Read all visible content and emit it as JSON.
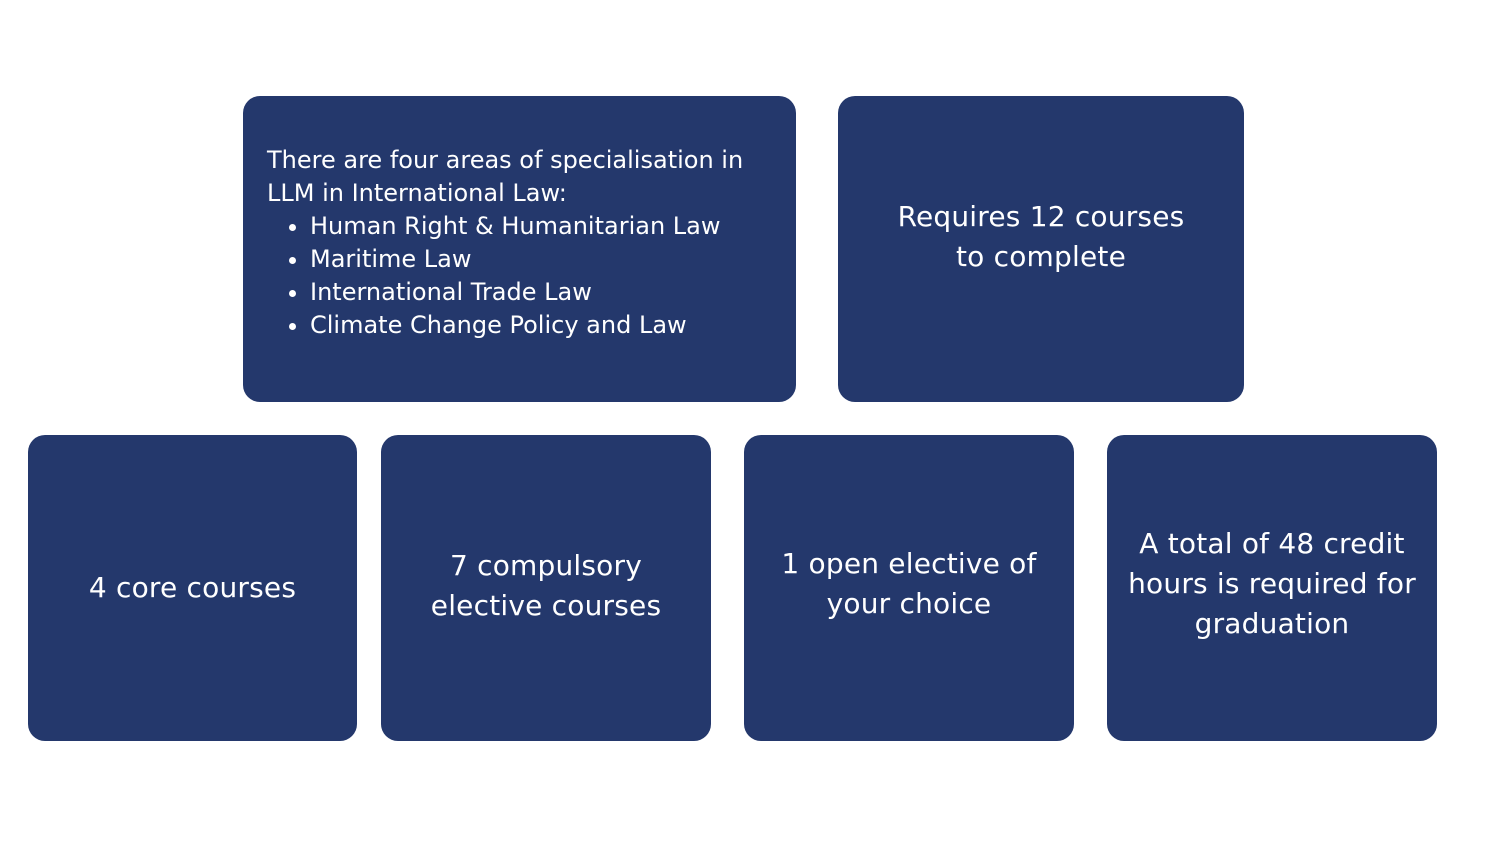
{
  "cards": {
    "areas": {
      "intro": "There are four areas of specialisation in LLM in International Law:",
      "items": [
        "Human Right & Humanitarian Law",
        "Maritime Law",
        "International Trade Law",
        "Climate Change Policy and Law"
      ]
    },
    "requires": "Requires 12 courses to complete",
    "core": "4 core courses",
    "compulsory": "7 compulsory elective courses",
    "open_elective": "1 open elective of your choice",
    "total": "A total of 48 credit hours is required for graduation"
  },
  "colors": {
    "card_background": "#24386c",
    "text": "#ffffff",
    "page_background": "#ffffff"
  }
}
